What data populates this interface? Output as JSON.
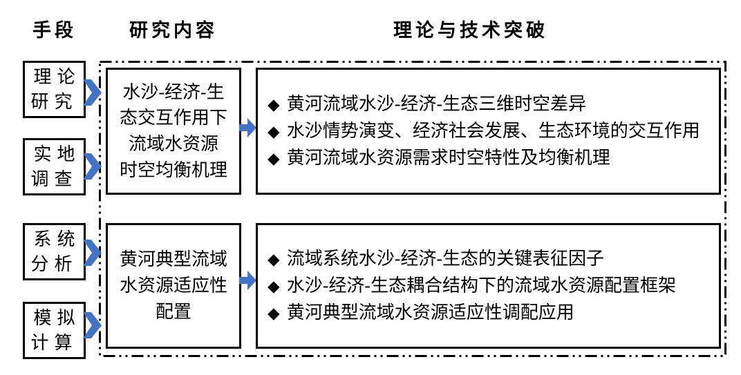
{
  "diagram": {
    "headers": {
      "methods": "手段",
      "research_content": "研究内容",
      "breakthrough": "理论与技术突破"
    },
    "methods": [
      {
        "label": "理论\n研究"
      },
      {
        "label": "实地\n调查"
      },
      {
        "label": "系统\n分析"
      },
      {
        "label": "模拟\n计算"
      }
    ],
    "research_items": [
      {
        "text": "水沙-经济-生\n态交互作用下\n流域水资源\n时空均衡机理"
      },
      {
        "text": "黄河典型流域\n水资源适应性\n配置"
      }
    ],
    "breakthroughs": [
      {
        "bullets": [
          "黄河流域水沙-经济-生态三维时空差异",
          "水沙情势演变、经济社会发展、生态环境的交互作用",
          "黄河流域水资源需求时空特性及均衡机理"
        ]
      },
      {
        "bullets": [
          "流域系统水沙-经济-生态的关键表征因子",
          "水沙-经济-生态耦合结构下的流域水资源配置框架",
          "黄河典型流域水资源适应性调配应用"
        ]
      }
    ],
    "bullet_glyph": "◆",
    "colors": {
      "arrow_blue": "#4472C4",
      "line_black": "#000000"
    }
  }
}
